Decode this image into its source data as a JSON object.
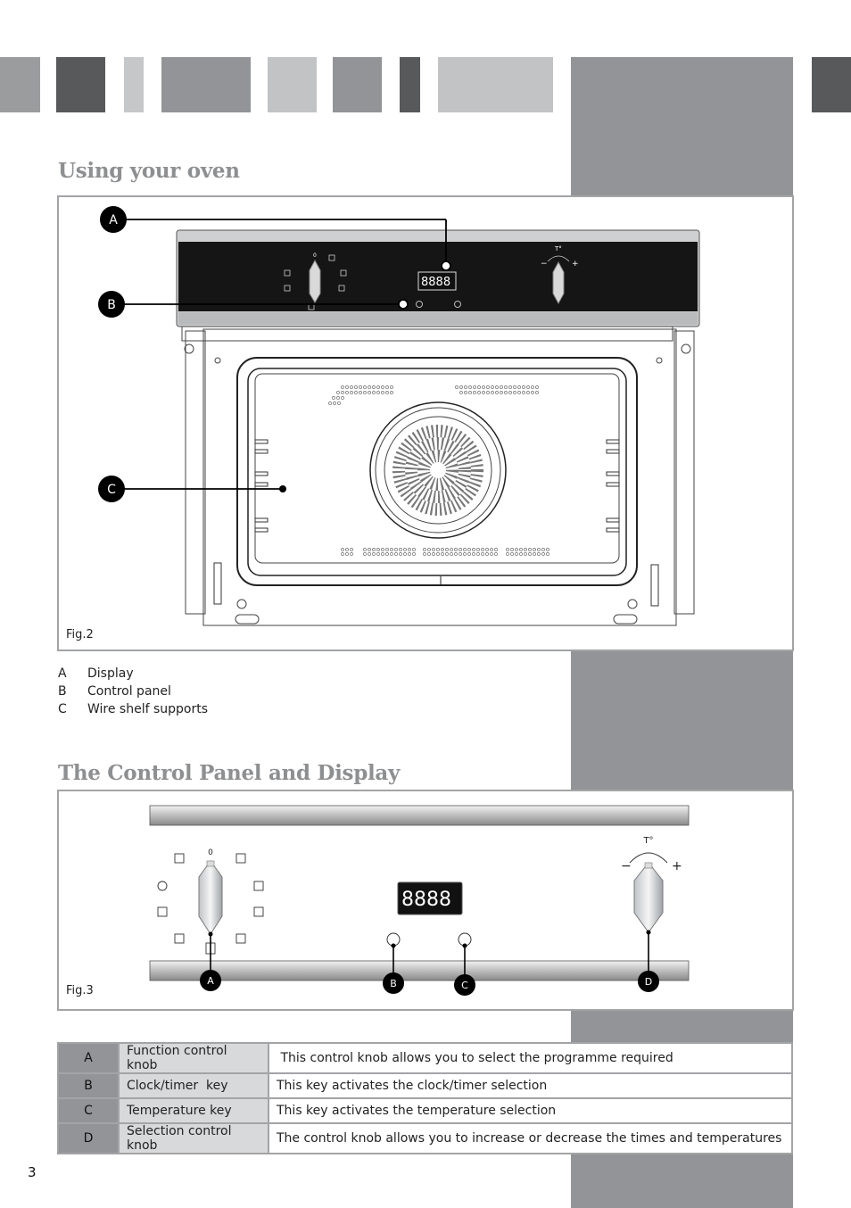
{
  "header": {
    "bars": [
      {
        "color": "#9b9c9e"
      },
      {
        "color": "#58595b"
      },
      {
        "color": "#c6c7c8"
      },
      {
        "color": "#939497"
      },
      {
        "color": "#c2c3c4"
      },
      {
        "color": "#939497"
      },
      {
        "color": "#58595b"
      },
      {
        "color": "#c2c3c4"
      },
      {
        "color": "#939497"
      },
      {
        "color": "#58595b"
      }
    ]
  },
  "section1": {
    "title": "Using your oven",
    "figure_caption": "Fig.2",
    "callouts": [
      "A",
      "B",
      "C"
    ],
    "legend": [
      {
        "key": "A",
        "label": "Display"
      },
      {
        "key": "B",
        "label": "Control panel"
      },
      {
        "key": "C",
        "label": "Wire shelf supports"
      }
    ]
  },
  "section2": {
    "title": "The Control Panel and Display",
    "figure_caption": "Fig.3",
    "callouts": [
      "A",
      "B",
      "C",
      "D"
    ],
    "knob_zero": "0",
    "temp_symbol": "T°",
    "minus": "−",
    "plus": "+",
    "display_digits": "8888"
  },
  "parts_table": [
    {
      "key": "A",
      "name": "Function control knob",
      "description": " This control knob allows you to select the programme required"
    },
    {
      "key": "B",
      "name": "Clock/timer  key",
      "description": "This key activates the clock/timer selection"
    },
    {
      "key": "C",
      "name": "Temperature key",
      "description": "This key activates the temperature selection"
    },
    {
      "key": "D",
      "name": "Selection control knob",
      "description": "The control knob allows you to increase or decrease the times and temperatures"
    }
  ],
  "page_number": "3",
  "colors": {
    "grey_band": "#939497",
    "title_grey": "#8e8f91",
    "dark_panel": "#151515"
  }
}
